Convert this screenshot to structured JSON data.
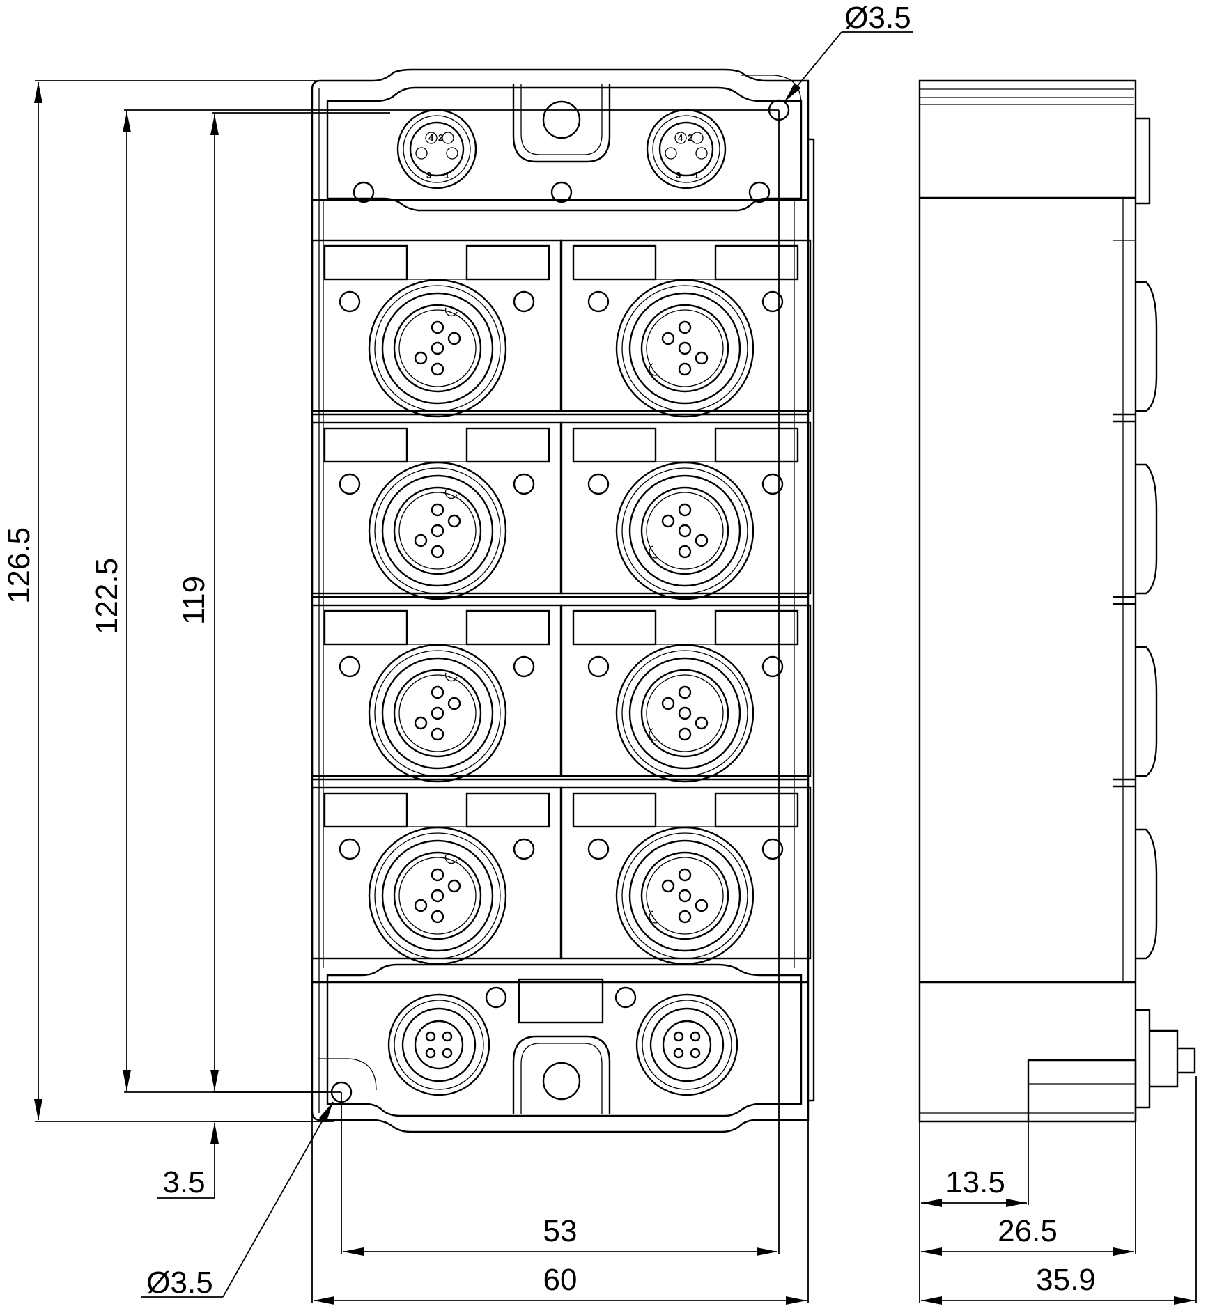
{
  "dimensions": {
    "overall_height": "126.5",
    "hole_spacing_vertical": "122.5",
    "inner_height": "119",
    "hole_offset": "3.5",
    "hole_diameter_top": "Ø3.5",
    "hole_diameter_bottom": "Ø3.5",
    "hole_spacing_horizontal": "53",
    "overall_width": "60",
    "side_connector_offset": "13.5",
    "side_body_depth": "26.5",
    "side_overall_depth": "35.9"
  },
  "pin_labels": {
    "pin4": "4",
    "pin2": "2",
    "pin3": "3",
    "pin1": "1"
  }
}
